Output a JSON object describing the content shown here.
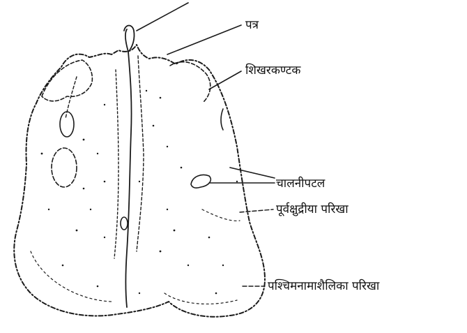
{
  "labels": {
    "patra": "पत्र",
    "shikharkantak": "शिखरकण्टक",
    "chalanipatal": "चालनीपटल",
    "purva_kshudra_parikha": "पूर्वक्षुद्रीया परिखा",
    "paschim_parikha": "पश्चिमनामाशैलिका परिखा"
  },
  "colors": {
    "ink": "#1a1a1a",
    "background": "#ffffff"
  }
}
